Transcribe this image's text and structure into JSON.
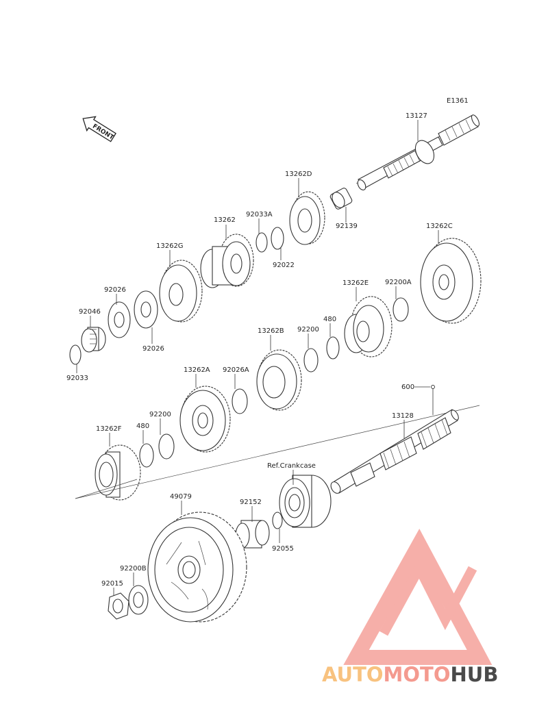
{
  "figure_code": "E1361",
  "front_label": "FRONT",
  "parts": {
    "p13127": "13127",
    "p13262D": "13262D",
    "p92139": "92139",
    "p13262": "13262",
    "p92033A": "92033A",
    "p92022": "92022",
    "p13262G": "13262G",
    "p92026_top": "92026",
    "p92026_bottom": "92026",
    "p92046": "92046",
    "p92033": "92033",
    "p13262C": "13262C",
    "p13262E": "13262E",
    "p92200A": "92200A",
    "p480_upper": "480",
    "p92200_upper": "92200",
    "p13262B": "13262B",
    "p13262A": "13262A",
    "p92026A": "92026A",
    "p600": "600",
    "p13128": "13128",
    "p13262F": "13262F",
    "p480_lower": "480",
    "p92200_lower": "92200",
    "ref_crankcase": "Ref.Crankcase",
    "p49079": "49079",
    "p92152": "92152",
    "p92055": "92055",
    "p92200B": "92200B",
    "p92015": "92015"
  },
  "watermark": {
    "part1": "AUTO",
    "part2": "MOTO",
    "part3": "HUB",
    "color_light": "#f8c27f",
    "color_accent": "#f49a8f",
    "color_dark": "#4a4a4a",
    "logo_color": "#f6a7a0"
  }
}
